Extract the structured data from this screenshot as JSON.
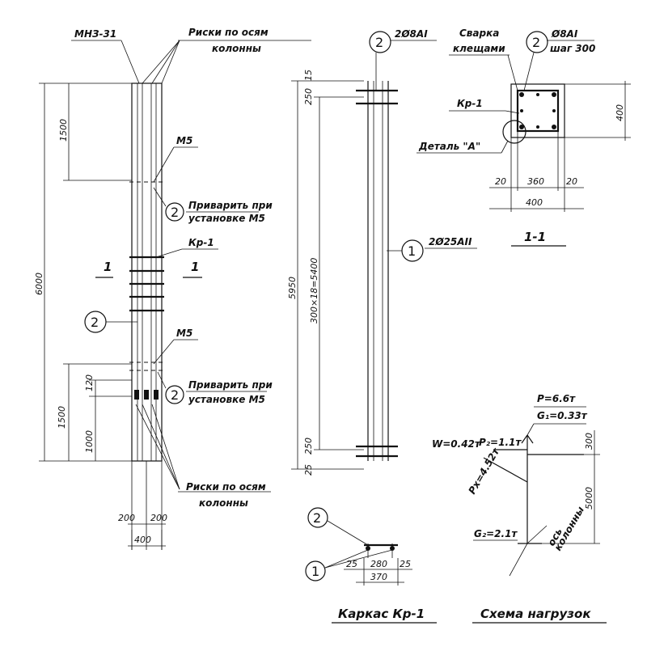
{
  "column_view": {
    "top_label": "МНЗ-31",
    "risks_top": [
      "Риски по осям",
      "колонны"
    ],
    "risks_bottom": [
      "Риски по осям",
      "колонны"
    ],
    "dim_total": "6000",
    "dim_top": "1500",
    "dim_bottom": "1500",
    "dim_1000": "1000",
    "dim_120": "120",
    "dim_200_left": "200",
    "dim_200_right": "200",
    "dim_400": "400",
    "m5_top": "М5",
    "m5_bottom": "М5",
    "weld_note_top": [
      "Приварить при",
      "установке М5"
    ],
    "weld_note_bottom": [
      "Приварить при",
      "установке М5"
    ],
    "kr_label": "Кр-1",
    "section_mark_left": "1",
    "section_mark_right": "1",
    "callout_2": "2"
  },
  "frame_view": {
    "callout_2": "2",
    "rebar_2": "2Ø8АI",
    "callout_1": "1",
    "rebar_1": "2Ø25АII",
    "dim_total": "5950",
    "dim_pitch": "300×18=5400",
    "dim_top_15": "15",
    "dim_top_250": "250",
    "dim_bot_250": "250",
    "dim_bot_25": "25"
  },
  "section_view": {
    "weld_note": [
      "Сварка",
      "клещами"
    ],
    "callout_2": "2",
    "rebar": [
      "Ø8АI",
      "шаг 300"
    ],
    "kr_label": "Кр-1",
    "detail_label": "Деталь \"А\"",
    "dim_400_right": "400",
    "dim_20_left": "20",
    "dim_360": "360",
    "dim_20_right": "20",
    "dim_400_bottom": "400",
    "title": "1-1"
  },
  "frame_section": {
    "callout_2": "2",
    "callout_1": "1",
    "dim_25_left": "25",
    "dim_280": "280",
    "dim_25_right": "25",
    "dim_370": "370",
    "title": "Каркас Кр-1"
  },
  "load_scheme": {
    "p": "P=6.6т",
    "g1": "G₁=0.33т",
    "w": "W=0.42т",
    "p2": "P₂=1.1т",
    "px": "Pх=4.52т",
    "g2": "G₂=2.1т",
    "axis": [
      "ось",
      "колонны"
    ],
    "dim_5000": "5000",
    "dim_300": "300",
    "title": "Схема нагрузок"
  }
}
